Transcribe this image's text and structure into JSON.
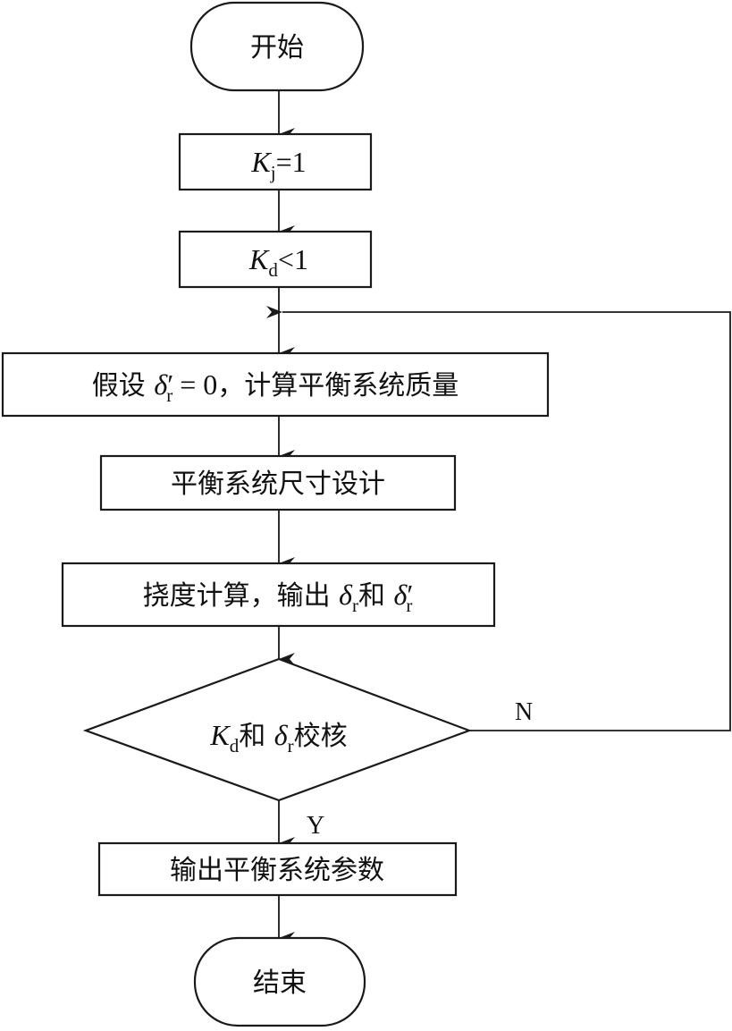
{
  "flowchart": {
    "start": {
      "label": "开始"
    },
    "kj_init": {
      "symbol": "K",
      "sub": "j",
      "rel": "=1"
    },
    "kd_cond": {
      "symbol": "K",
      "sub": "d",
      "rel": "<1"
    },
    "assume": {
      "prefix": "假设 ",
      "symbol": "δ",
      "prime": "′",
      "sub": "r",
      "rel": " = 0",
      "suffix": "，计算平衡系统质量"
    },
    "design": {
      "label": "平衡系统尺寸设计"
    },
    "deflection": {
      "prefix": "挠度计算，输出 ",
      "symbol1": "δ",
      "sub1": "r",
      "joiner": "和 ",
      "symbol2": "δ",
      "prime2": "′",
      "sub2": "r"
    },
    "check": {
      "symbol1": "K",
      "sub1": "d",
      "joiner": "和 ",
      "symbol2": "δ",
      "sub2": "r",
      "suffix": "校核"
    },
    "output": {
      "label": "输出平衡系统参数"
    },
    "end": {
      "label": "结束"
    },
    "branch_no": "N",
    "branch_yes": "Y"
  }
}
